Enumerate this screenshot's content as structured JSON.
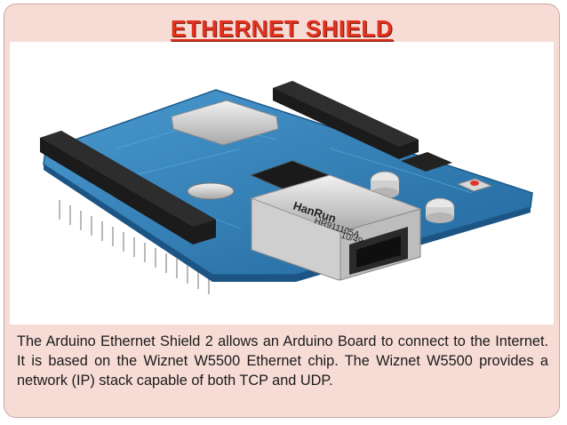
{
  "slide": {
    "title": "ETHERNET SHIELD",
    "description": "The Arduino Ethernet Shield 2 allows an Arduino Board to connect to the Internet. It is based on the Wiznet W5500 Ethernet chip. The Wiznet W5500 provides a network (IP) stack capable of both TCP and UDP."
  },
  "photo": {
    "icon": "ethernet-shield-photo",
    "jack_label_line1": "HanRun",
    "jack_label_line2": "HR911105A",
    "jack_label_line3": "10/49"
  },
  "colors": {
    "accent": "#e2311d",
    "background": "#f7dcd6",
    "pcb": "#2f7fb8"
  }
}
